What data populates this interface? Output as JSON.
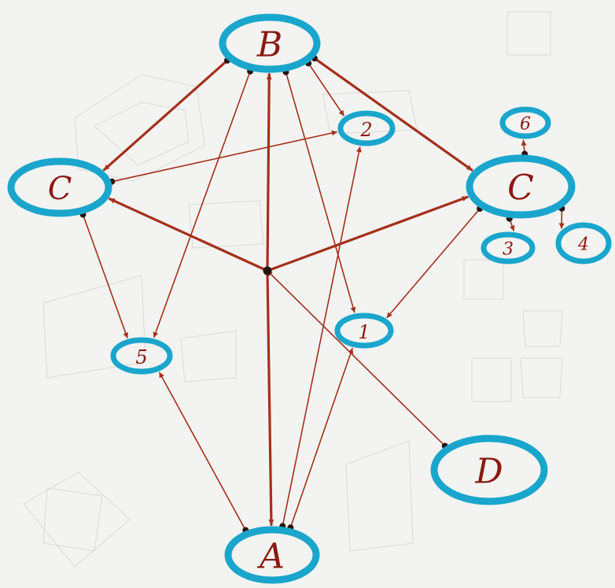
{
  "colors": {
    "ring": "#1aa6cc",
    "edge": "#a4301c",
    "label": "#8a1a12",
    "dot": "#2a1410",
    "paper": "#f3f3f1"
  },
  "nodes": [
    {
      "id": "B",
      "label": "B"
    },
    {
      "id": "C_left",
      "label": "C"
    },
    {
      "id": "C_right",
      "label": "C"
    },
    {
      "id": "n2",
      "label": "2"
    },
    {
      "id": "n6",
      "label": "6"
    },
    {
      "id": "n3",
      "label": "3"
    },
    {
      "id": "n4",
      "label": "4"
    },
    {
      "id": "n1",
      "label": "1"
    },
    {
      "id": "n5",
      "label": "5"
    },
    {
      "id": "A",
      "label": "A"
    },
    {
      "id": "D",
      "label": "D"
    },
    {
      "id": "hub",
      "label": ""
    }
  ],
  "edges": [
    {
      "from": "B",
      "to": "C_left",
      "weight": "thick"
    },
    {
      "from": "B",
      "to": "C_right",
      "weight": "thick"
    },
    {
      "from": "B",
      "to": "n2",
      "weight": "thin"
    },
    {
      "from": "B",
      "to": "n5",
      "weight": "thin"
    },
    {
      "from": "B",
      "to": "n1",
      "weight": "thin"
    },
    {
      "from": "hub",
      "to": "B",
      "weight": "thick"
    },
    {
      "from": "hub",
      "to": "C_left",
      "weight": "thick"
    },
    {
      "from": "hub",
      "to": "C_right",
      "weight": "thick"
    },
    {
      "from": "C_left",
      "to": "n2",
      "weight": "thin"
    },
    {
      "from": "C_left",
      "to": "n5",
      "weight": "thin"
    },
    {
      "from": "C_right",
      "to": "n6",
      "weight": "thin"
    },
    {
      "from": "C_right",
      "to": "n3",
      "weight": "thin"
    },
    {
      "from": "C_right",
      "to": "n4",
      "weight": "thin"
    },
    {
      "from": "C_right",
      "to": "n1",
      "weight": "thin"
    },
    {
      "from": "hub",
      "to": "A",
      "weight": "thick"
    },
    {
      "from": "A",
      "to": "n5",
      "weight": "thin"
    },
    {
      "from": "A",
      "to": "n2",
      "weight": "thin"
    },
    {
      "from": "A",
      "to": "n1",
      "weight": "thin"
    },
    {
      "from": "D",
      "to": "hub",
      "weight": "thin"
    }
  ]
}
